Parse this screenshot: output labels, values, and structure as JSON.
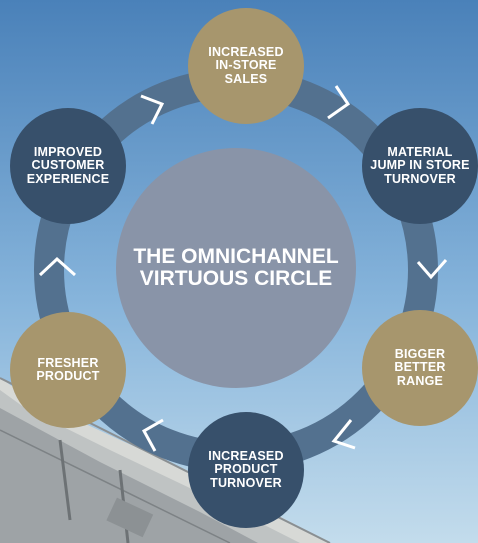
{
  "center": {
    "label": "THE OMNICHANNEL\nVIRTUOUS CIRCLE"
  },
  "nodes": [
    {
      "label": "INCREASED\nIN-STORE\nSALES"
    },
    {
      "label": "MATERIAL\nJUMP IN STORE\nTURNOVER"
    },
    {
      "label": "BIGGER\nBETTER\nRANGE"
    },
    {
      "label": "INCREASED\nPRODUCT\nTURNOVER"
    },
    {
      "label": "FRESHER\nPRODUCT"
    },
    {
      "label": "IMPROVED\nCUSTOMER\nEXPERIENCE"
    }
  ],
  "colors": {
    "tan": "#a7966d",
    "navy": "#37506b",
    "ring": "#53718f",
    "center": "#8994a8",
    "sky_top": "#4f86bd",
    "sky_bottom": "#b9d6ea"
  },
  "icons": [
    "chevron-right-icon",
    "chevron-down-icon",
    "chevron-left-icon",
    "chevron-up-icon"
  ]
}
